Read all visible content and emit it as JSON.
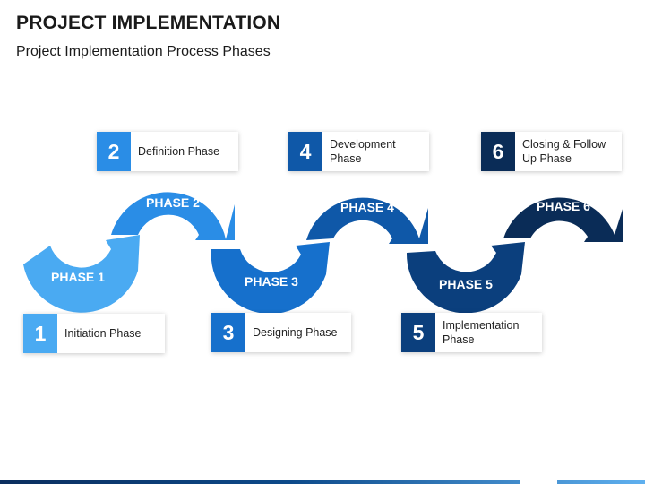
{
  "title": "PROJECT IMPLEMENTATION",
  "subtitle": "Project Implementation Process Phases",
  "colors": {
    "phase1": "#4aaaf2",
    "phase2": "#2a8de6",
    "phase3": "#1670cc",
    "phase4": "#0f58a8",
    "phase5": "#0b3f7d",
    "phase6": "#0a2c57"
  },
  "phases": [
    {
      "number": "1",
      "arrow_label": "PHASE 1",
      "card_label": "Initiation Phase"
    },
    {
      "number": "2",
      "arrow_label": "PHASE 2",
      "card_label": "Definition Phase"
    },
    {
      "number": "3",
      "arrow_label": "PHASE 3",
      "card_label": "Designing Phase"
    },
    {
      "number": "4",
      "arrow_label": "PHASE 4",
      "card_label": "Development Phase"
    },
    {
      "number": "5",
      "arrow_label": "PHASE 5",
      "card_label": "Implementation Phase"
    },
    {
      "number": "6",
      "arrow_label": "PHASE 6",
      "card_label": "Closing & Follow Up Phase"
    }
  ]
}
